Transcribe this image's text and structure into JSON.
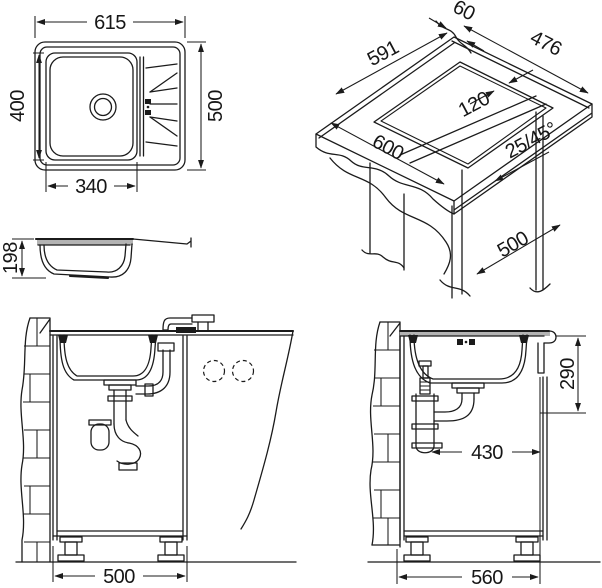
{
  "drawing": {
    "title": "Kitchen sink installation drawing",
    "line_color": "#1b1b1b",
    "rim_fill_color": "#b3b3b3",
    "background": "#ffffff"
  },
  "views": {
    "top": {
      "name": "top-view",
      "dims": {
        "overall_width": "615",
        "overall_depth": "500",
        "bowl_length": "400",
        "bowl_width": "340"
      }
    },
    "cutout": {
      "name": "worktop-cutout-isometric",
      "dims": {
        "rear_gap": "60",
        "cutout_width": "476",
        "cutout_length": "591",
        "center_offset": "120",
        "worktop_depth": "600",
        "edge_chamfer": "25/45°",
        "base_depth": "500"
      }
    },
    "section": {
      "name": "bowl-section",
      "dims": {
        "bowl_depth": "198"
      }
    },
    "front": {
      "name": "front-installation-view",
      "dims": {
        "cabinet_width": "500"
      }
    },
    "side": {
      "name": "side-installation-view",
      "dims": {
        "rim_to_drain": "290",
        "drain_to_front": "430",
        "cabinet_depth": "560"
      }
    }
  }
}
